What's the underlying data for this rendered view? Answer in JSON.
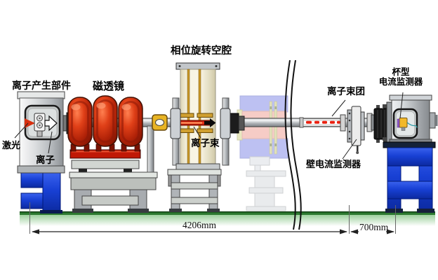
{
  "labels": {
    "ion_source": "离子产生部件",
    "laser": "激光",
    "ion": "离子",
    "magnetic_lens": "磁透镜",
    "phase_rotation_cavity": "相位旋转空腔",
    "ion_beam": "离子束",
    "ion_bunch": "离子束团",
    "wall_current_monitor": "壁电流监测器",
    "cup_monitor_line1": "杯型",
    "cup_monitor_line2": "电流监测器"
  },
  "dimensions": {
    "total_length": "4206mm",
    "monitor_spacing": "700mm"
  },
  "colors": {
    "coil_red": "#cf2a0e",
    "base_plate_red": "#c01806",
    "stand_blue": "#1840d4",
    "ground_green": "#2d7a30",
    "cavity_cream": "#f6f2e0",
    "electrode_gold": "#c89628",
    "beam_red": "#e83018",
    "ghost_magnet_blue": "#8890e8",
    "ghost_coil_pink": "#f0a498",
    "cup_yellow": "#f2b82a",
    "laser_red": "#d83010"
  }
}
